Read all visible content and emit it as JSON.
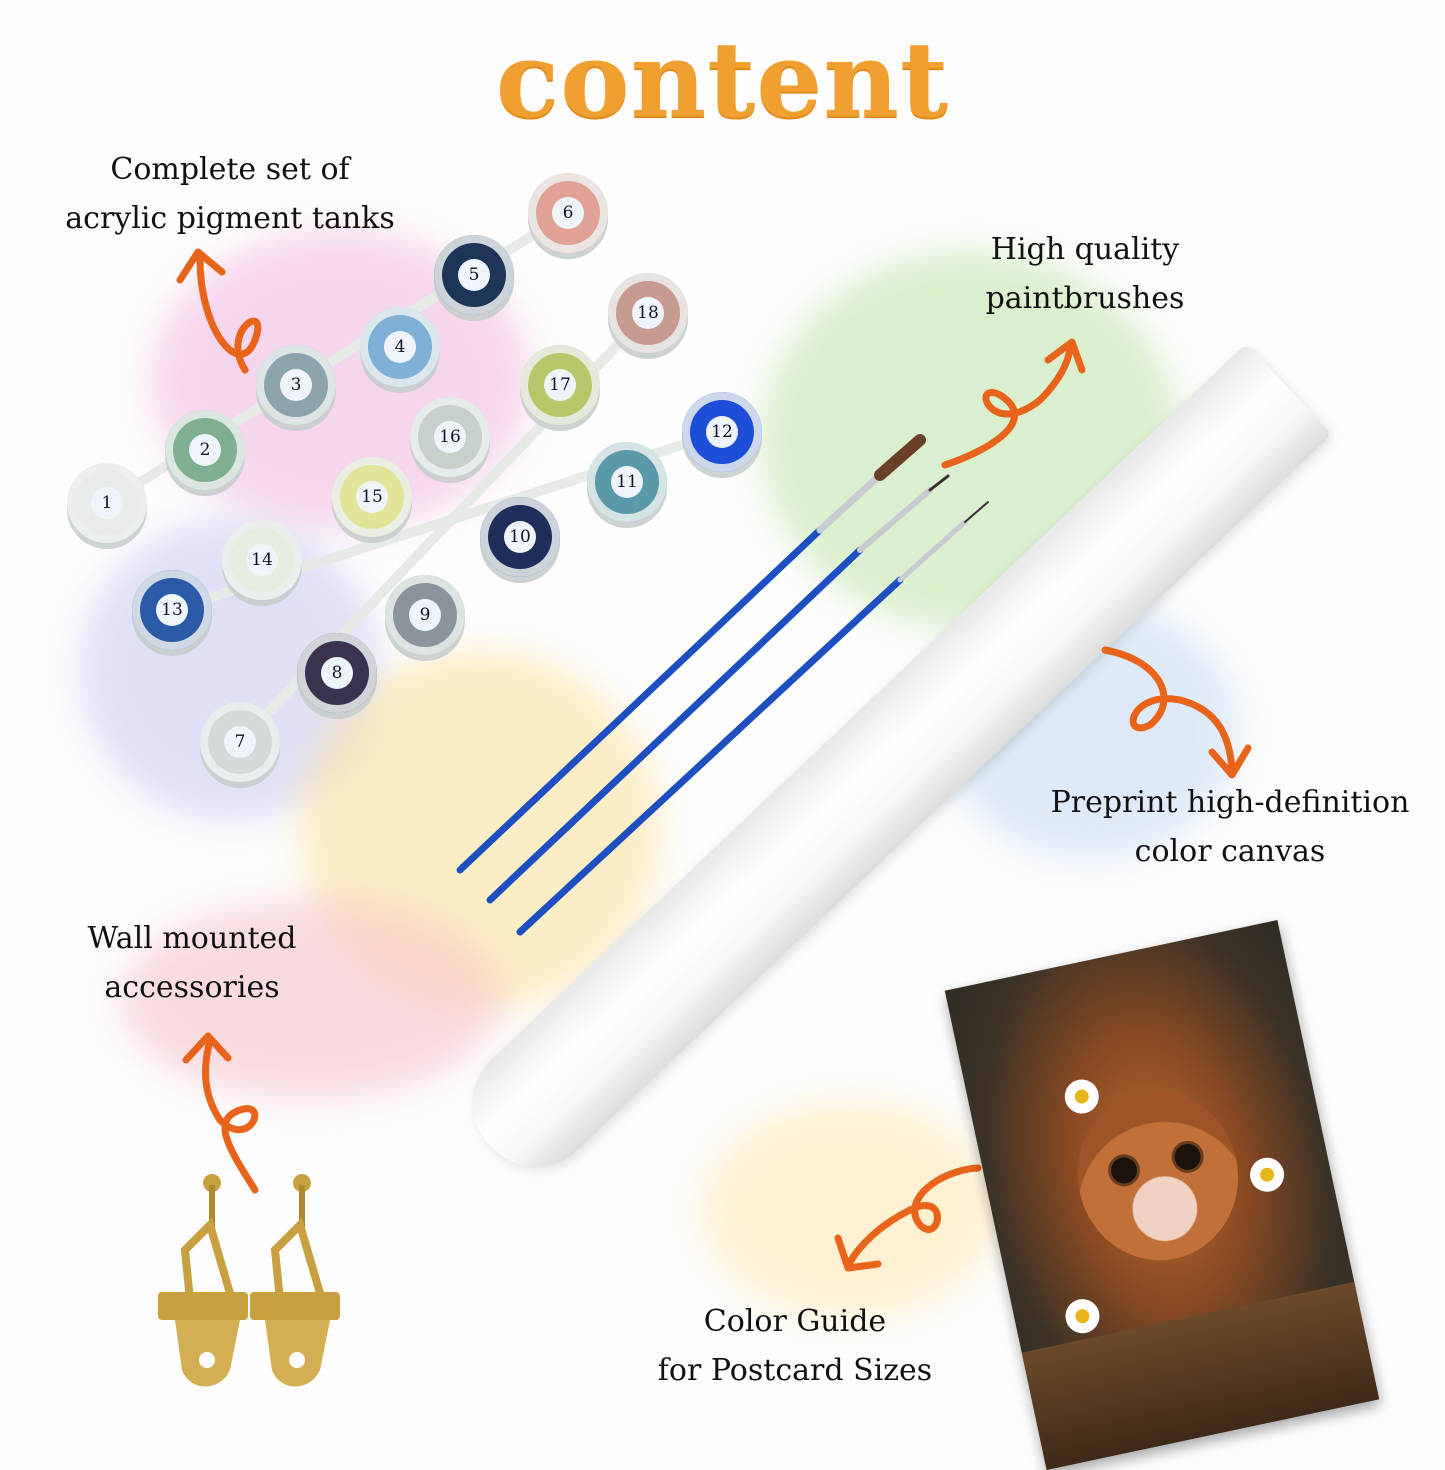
{
  "title": "content",
  "labels": {
    "pigments": [
      "Complete set of",
      "acrylic pigment tanks"
    ],
    "brushes": [
      "High quality",
      "paintbrushes"
    ],
    "canvas": [
      "Preprint high-definition",
      "color canvas"
    ],
    "wall": [
      "Wall mounted",
      "accessories"
    ],
    "guide": [
      "Color Guide",
      "for Postcard Sizes"
    ]
  },
  "pots": [
    {
      "n": "1",
      "color": "#e8ecea"
    },
    {
      "n": "2",
      "color": "#7fae90"
    },
    {
      "n": "3",
      "color": "#8ba3ab"
    },
    {
      "n": "4",
      "color": "#7fb0d8"
    },
    {
      "n": "5",
      "color": "#1e3558"
    },
    {
      "n": "6",
      "color": "#e0a294"
    },
    {
      "n": "18",
      "color": "#c89a90"
    },
    {
      "n": "17",
      "color": "#b6c86a"
    },
    {
      "n": "16",
      "color": "#c8d0cc"
    },
    {
      "n": "15",
      "color": "#e2e49a"
    },
    {
      "n": "14",
      "color": "#e6eee0"
    },
    {
      "n": "13",
      "color": "#2a5aa8"
    },
    {
      "n": "7",
      "color": "#d4dada"
    },
    {
      "n": "8",
      "color": "#3b3250"
    },
    {
      "n": "9",
      "color": "#8a949c"
    },
    {
      "n": "10",
      "color": "#1e2f5e"
    },
    {
      "n": "11",
      "color": "#5a9aa8"
    },
    {
      "n": "12",
      "color": "#1c4ed8"
    }
  ],
  "colors": {
    "accent": "#f0a030",
    "arrow": "#e8641a",
    "brush": "#1d4fc0",
    "brass": "#c8a040"
  }
}
